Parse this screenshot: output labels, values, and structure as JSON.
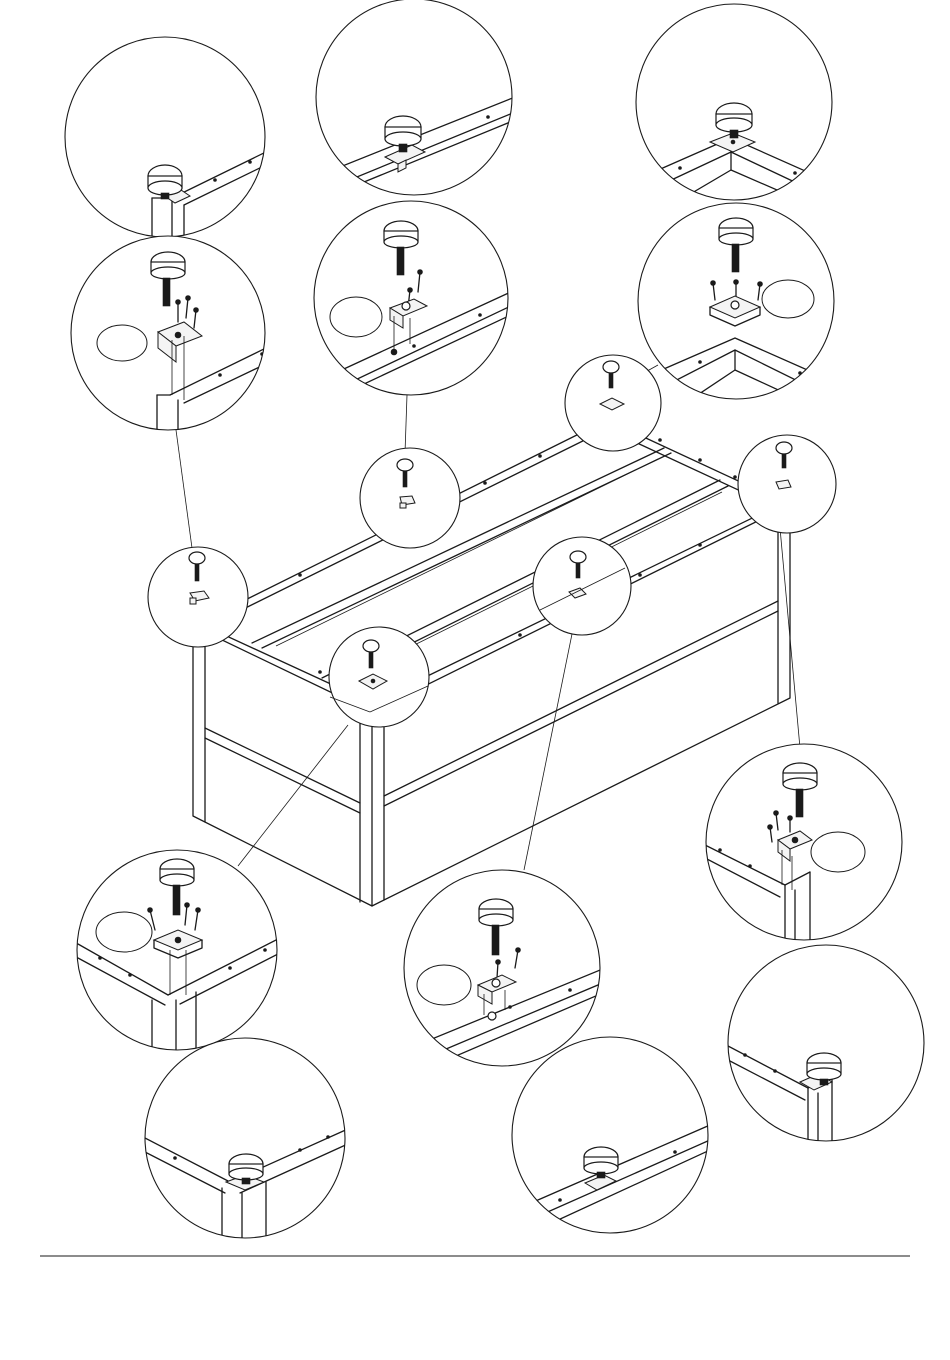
{
  "figure": {
    "callouts": [
      {
        "id": "step-0"
      },
      {
        "id": "step-1"
      },
      {
        "id": "step-2"
      },
      {
        "id": "step-3"
      },
      {
        "id": "step-4"
      },
      {
        "id": "step-5"
      },
      {
        "id": "step-6"
      },
      {
        "id": "step-7"
      },
      {
        "id": "step-8"
      }
    ],
    "parts": [
      "leveling-foot",
      "mounting-bracket",
      "screw"
    ]
  }
}
